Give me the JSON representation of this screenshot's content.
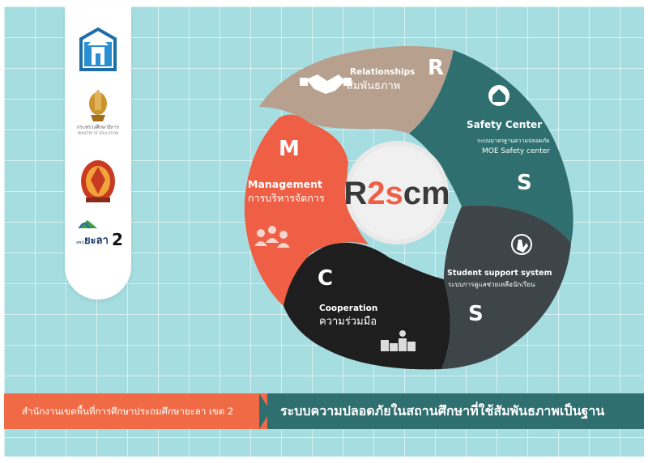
{
  "sidebar": {
    "ministry_th": "กระทรวงศึกษาธิการ",
    "ministry_en": "MINISTRY OF EDUCATION",
    "district_brand": "ยะลา",
    "district_number": "2",
    "district_small": "สพป."
  },
  "center": {
    "title_a": "R",
    "title_b": "2s",
    "title_c": "cm"
  },
  "segments": {
    "relationships": {
      "letter": "R",
      "title": "Relationships",
      "subtitle": "สัมพันธภาพ"
    },
    "safety": {
      "letter": "S",
      "title": "Safety Center",
      "subtitle1": "ระบบมาตรฐานความปลอดภัย",
      "subtitle2": "MOE Safety center"
    },
    "student": {
      "letter": "S",
      "title": "Student support system",
      "subtitle": "ระบบการดูแลช่วยเหลือนักเรียน"
    },
    "cooperation": {
      "letter": "C",
      "title": "Cooperation",
      "subtitle": "ความร่วมมือ"
    },
    "management": {
      "letter": "M",
      "title": "Management",
      "subtitle": "การบริหารจัดการ"
    }
  },
  "footer": {
    "left_text": "สำนักงานเขตพื้นที่การศึกษาประถมศึกษายะลา เขต 2",
    "right_text": "ระบบความปลอดภัยในสถานศึกษาที่ใช้สัมพันธภาพเป็นฐาน"
  },
  "colors": {
    "background": "#a6dde0",
    "relationships": "#b7a08d",
    "safety": "#2f6f6f",
    "student": "#3d4549",
    "cooperation": "#1f1e1e",
    "management": "#ef5f45",
    "footer_left": "#f06b45",
    "footer_right": "#2f6f6f"
  }
}
